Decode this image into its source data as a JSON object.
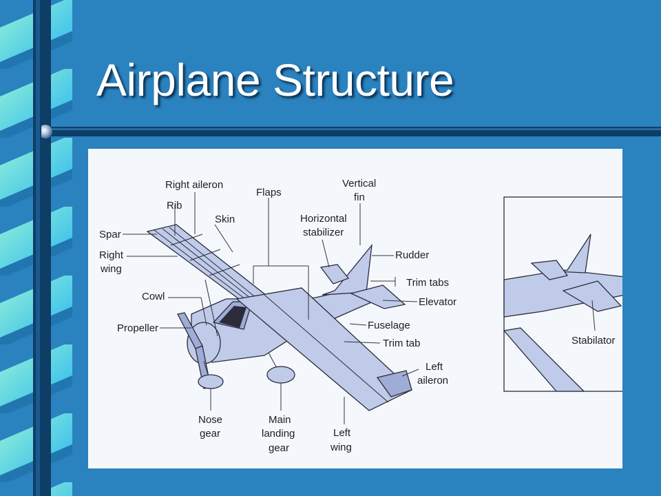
{
  "slide": {
    "title": "Airplane Structure",
    "colors": {
      "background": "#2a82bf",
      "ribbon_light": "#8ff0d0",
      "ribbon_blue": "#28b4f0",
      "rail": "#0e3d66"
    }
  },
  "diagram": {
    "labels": {
      "right_aileron": "Right aileron",
      "rib": "Rib",
      "skin": "Skin",
      "spar": "Spar",
      "right_wing_1": "Right",
      "right_wing_2": "wing",
      "flaps": "Flaps",
      "vertical_fin_1": "Vertical",
      "vertical_fin_2": "fin",
      "horizontal_stabilizer_1": "Horizontal",
      "horizontal_stabilizer_2": "stabilizer",
      "rudder": "Rudder",
      "trim_tabs": "Trim tabs",
      "elevator": "Elevator",
      "cowl": "Cowl",
      "fuselage": "Fuselage",
      "propeller": "Propeller",
      "trim_tab": "Trim tab",
      "left_aileron_1": "Left",
      "left_aileron_2": "aileron",
      "nose_gear_1": "Nose",
      "nose_gear_2": "gear",
      "main_gear_1": "Main",
      "main_gear_2": "landing",
      "main_gear_3": "gear",
      "left_wing_1": "Left",
      "left_wing_2": "wing",
      "stabilator": "Stabilator"
    }
  }
}
